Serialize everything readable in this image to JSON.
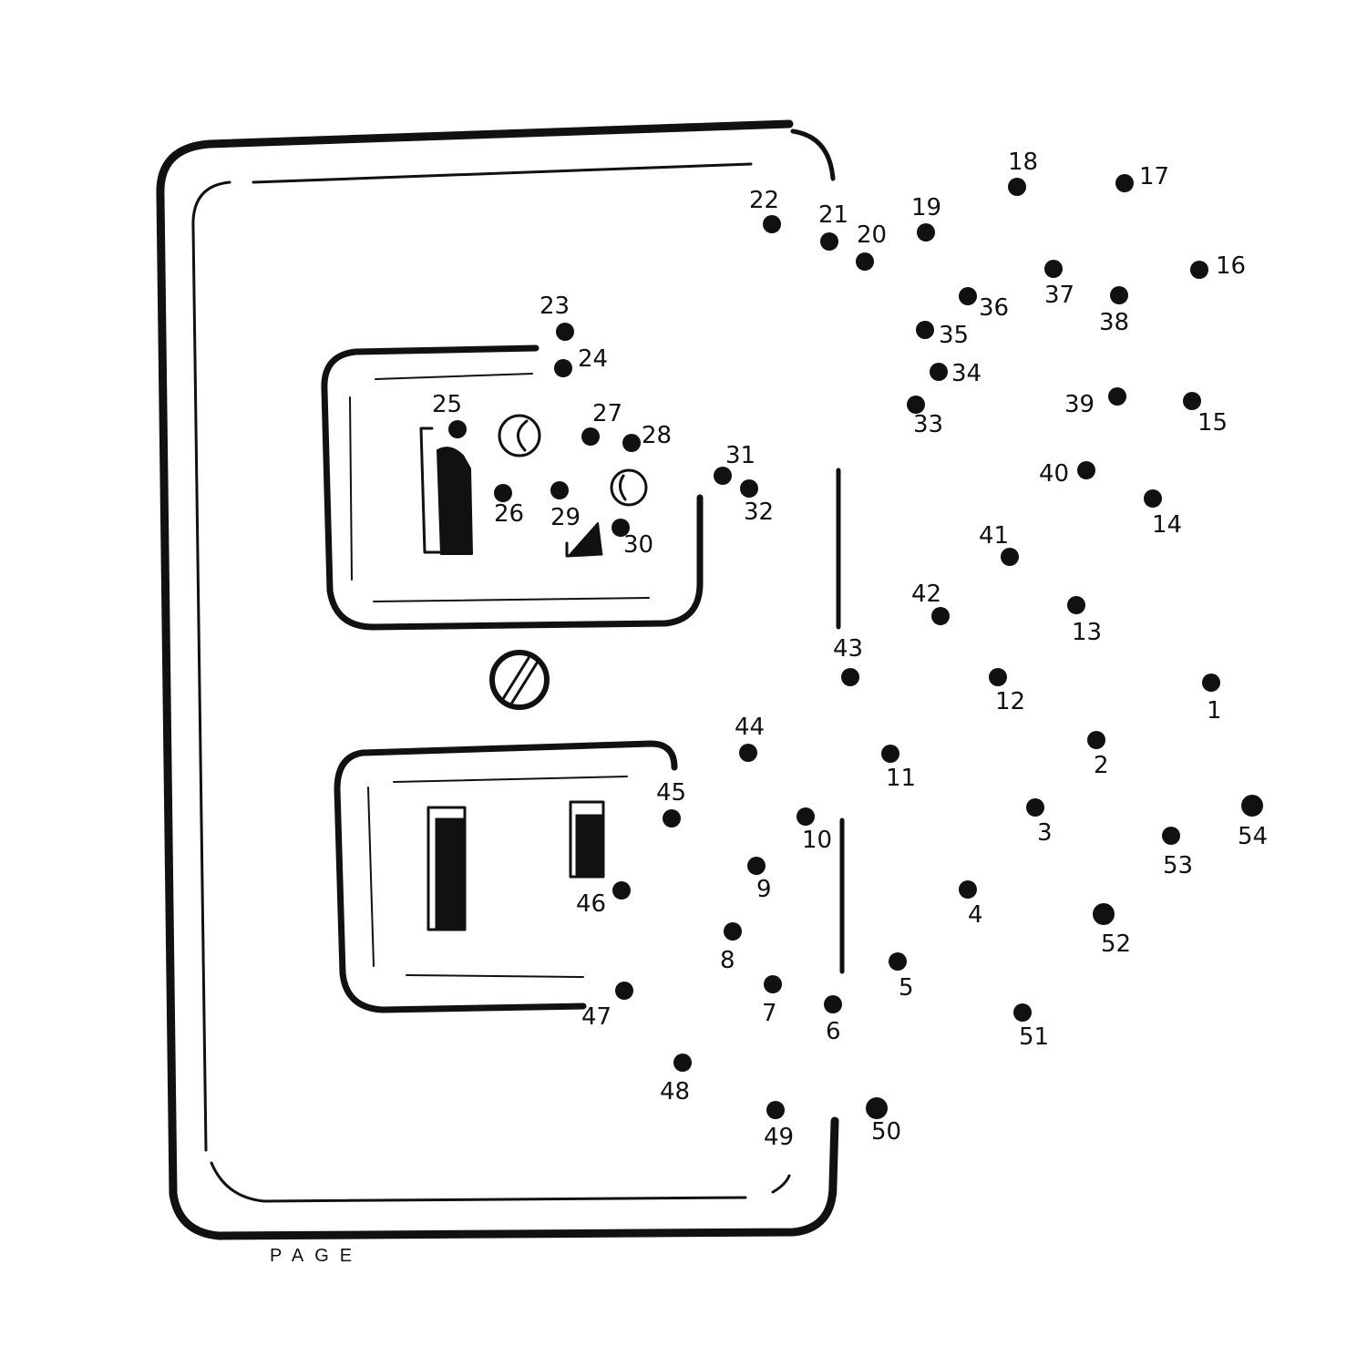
{
  "page_label": "PAGE",
  "colors": {
    "ink": "#111111",
    "paper": "#ffffff"
  },
  "puzzle": {
    "subject_icon": "wall-outlet-icon",
    "dots": [
      {
        "n": "1"
      },
      {
        "n": "2"
      },
      {
        "n": "3"
      },
      {
        "n": "4"
      },
      {
        "n": "5"
      },
      {
        "n": "6"
      },
      {
        "n": "7"
      },
      {
        "n": "8"
      },
      {
        "n": "9"
      },
      {
        "n": "10"
      },
      {
        "n": "11"
      },
      {
        "n": "12"
      },
      {
        "n": "13"
      },
      {
        "n": "14"
      },
      {
        "n": "15"
      },
      {
        "n": "16"
      },
      {
        "n": "17"
      },
      {
        "n": "18"
      },
      {
        "n": "19"
      },
      {
        "n": "20"
      },
      {
        "n": "21"
      },
      {
        "n": "22"
      },
      {
        "n": "23"
      },
      {
        "n": "24"
      },
      {
        "n": "25"
      },
      {
        "n": "26"
      },
      {
        "n": "27"
      },
      {
        "n": "28"
      },
      {
        "n": "29"
      },
      {
        "n": "30"
      },
      {
        "n": "31"
      },
      {
        "n": "32"
      },
      {
        "n": "33"
      },
      {
        "n": "34"
      },
      {
        "n": "35"
      },
      {
        "n": "36"
      },
      {
        "n": "37"
      },
      {
        "n": "38"
      },
      {
        "n": "39"
      },
      {
        "n": "40"
      },
      {
        "n": "41"
      },
      {
        "n": "42"
      },
      {
        "n": "43"
      },
      {
        "n": "44"
      },
      {
        "n": "45"
      },
      {
        "n": "46"
      },
      {
        "n": "47"
      },
      {
        "n": "48"
      },
      {
        "n": "49"
      },
      {
        "n": "50"
      },
      {
        "n": "51"
      },
      {
        "n": "52"
      },
      {
        "n": "53"
      },
      {
        "n": "54"
      }
    ]
  }
}
